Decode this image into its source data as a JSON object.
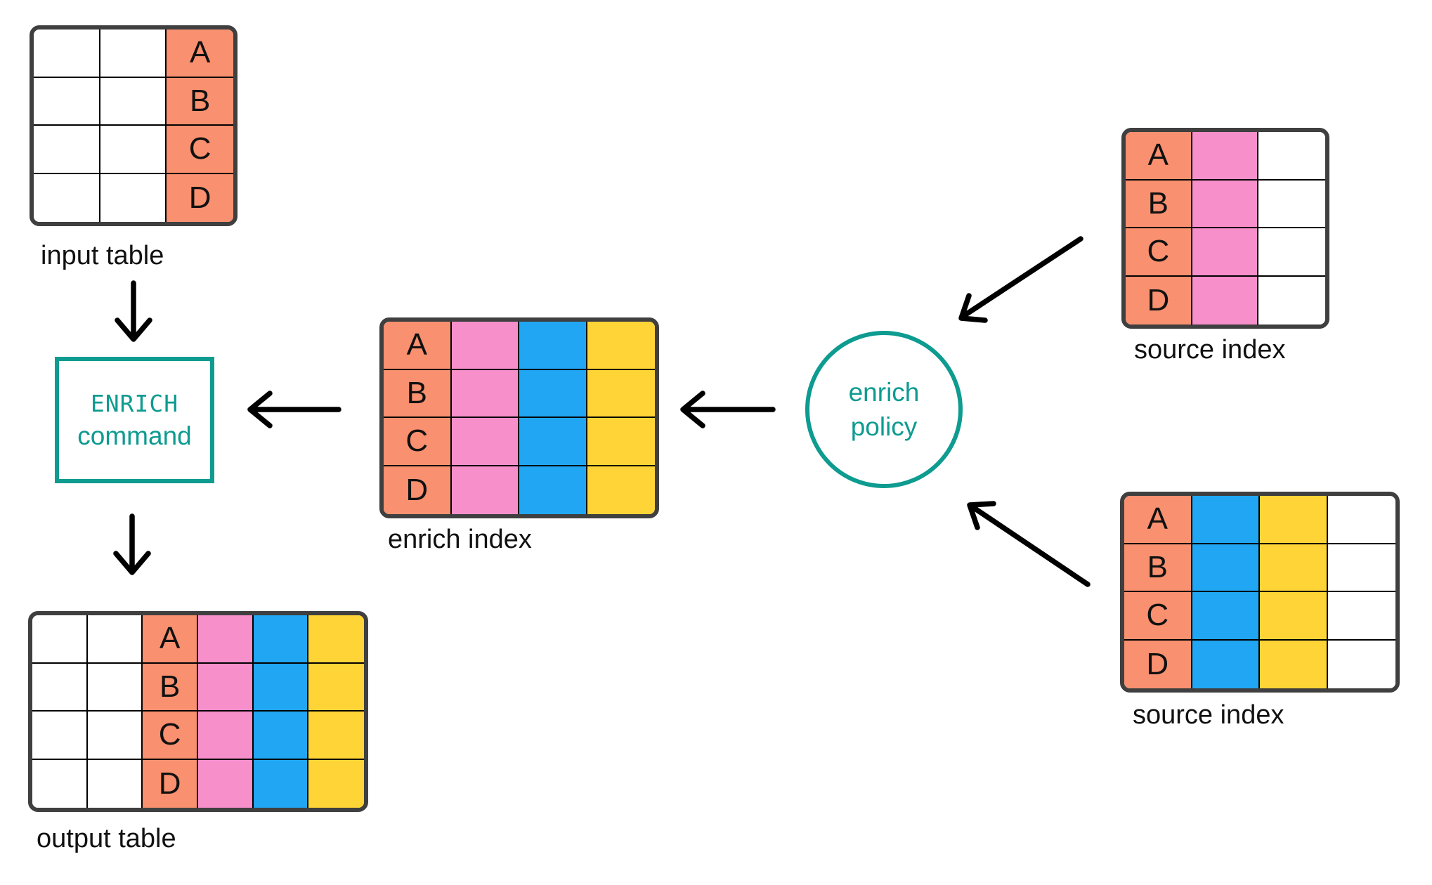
{
  "colors": {
    "salmon": "#F9906F",
    "pink": "#F78FCB",
    "blue": "#20A6F2",
    "yellow": "#FFD436",
    "white": "#FFFFFF",
    "teal": "#0E9B90",
    "table-border": "#3F3F3F",
    "grid-line": "#000000",
    "arrow": "#000000",
    "text": "#111111",
    "background": "#FFFFFF"
  },
  "tables": {
    "input_table": {
      "label": "input table",
      "keys": [
        "A",
        "B",
        "C",
        "D"
      ],
      "key_col": 2,
      "col_colors": [
        "white",
        "white",
        "salmon"
      ]
    },
    "enrich_index": {
      "label": "enrich index",
      "keys": [
        "A",
        "B",
        "C",
        "D"
      ],
      "key_col": 0,
      "col_colors": [
        "salmon",
        "pink",
        "blue",
        "yellow"
      ]
    },
    "source_index_top": {
      "label": "source index",
      "keys": [
        "A",
        "B",
        "C",
        "D"
      ],
      "key_col": 0,
      "col_colors": [
        "salmon",
        "pink",
        "white"
      ]
    },
    "source_index_bottom": {
      "label": "source index",
      "keys": [
        "A",
        "B",
        "C",
        "D"
      ],
      "key_col": 0,
      "col_colors": [
        "salmon",
        "blue",
        "yellow",
        "white"
      ]
    },
    "output_table": {
      "label": "output table",
      "keys": [
        "A",
        "B",
        "C",
        "D"
      ],
      "key_col": 2,
      "col_colors": [
        "white",
        "white",
        "salmon",
        "pink",
        "blue",
        "yellow"
      ]
    }
  },
  "nodes": {
    "enrich_command": {
      "line1": "ENRICH",
      "line2": "command"
    },
    "enrich_policy": {
      "line1": "enrich",
      "line2": "policy"
    }
  },
  "arrows": [
    "input-table-to-enrich-command",
    "enrich-command-to-output-table",
    "enrich-index-to-enrich-command",
    "enrich-policy-to-enrich-index",
    "source-index-top-to-enrich-policy",
    "source-index-bottom-to-enrich-policy"
  ]
}
